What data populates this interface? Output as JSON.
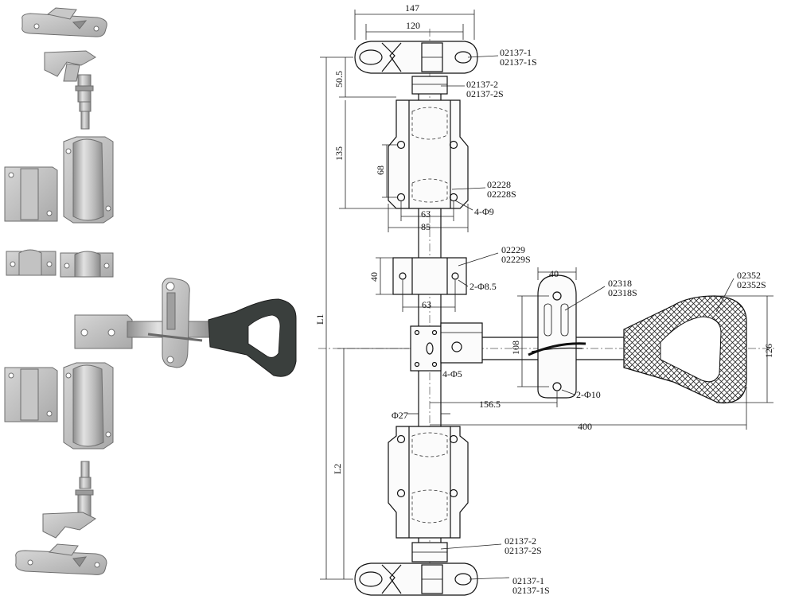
{
  "dimensions": {
    "d147": "147",
    "d120": "120",
    "d50_5": "50.5",
    "d135": "135",
    "d68": "68",
    "d63a": "63",
    "d85": "85",
    "d4phi9": "4-Φ9",
    "d40a": "40",
    "d2phi8_5": "2-Φ8.5",
    "d63b": "63",
    "d4phi5": "4-Φ5",
    "d40b": "40",
    "d108": "108",
    "d156_5": "156.5",
    "d2phi10": "2-Φ10",
    "dphi27": "Φ27",
    "d400": "400",
    "d126": "126",
    "L1": "L1",
    "L2": "L2"
  },
  "part_labels": {
    "top_keeper": [
      "02137-1",
      "02137-1S"
    ],
    "top_bearing": [
      "02137-2",
      "02137-2S"
    ],
    "upper_bracket": [
      "02228",
      "02228S"
    ],
    "guide": [
      "02229",
      "02229S"
    ],
    "hook": [
      "02318",
      "02318S"
    ],
    "handle": [
      "02352",
      "02352S"
    ],
    "bottom_bearing": [
      "02137-2",
      "02137-2S"
    ],
    "bottom_keeper": [
      "02137-1",
      "02137-1S"
    ]
  },
  "colors": {
    "line": "#111111",
    "metal_light": "#d9d9d9",
    "metal_mid": "#b4b4b4",
    "metal_dark": "#8a8a8a",
    "grip": "#3a3f3d",
    "hatch": "#222222"
  }
}
